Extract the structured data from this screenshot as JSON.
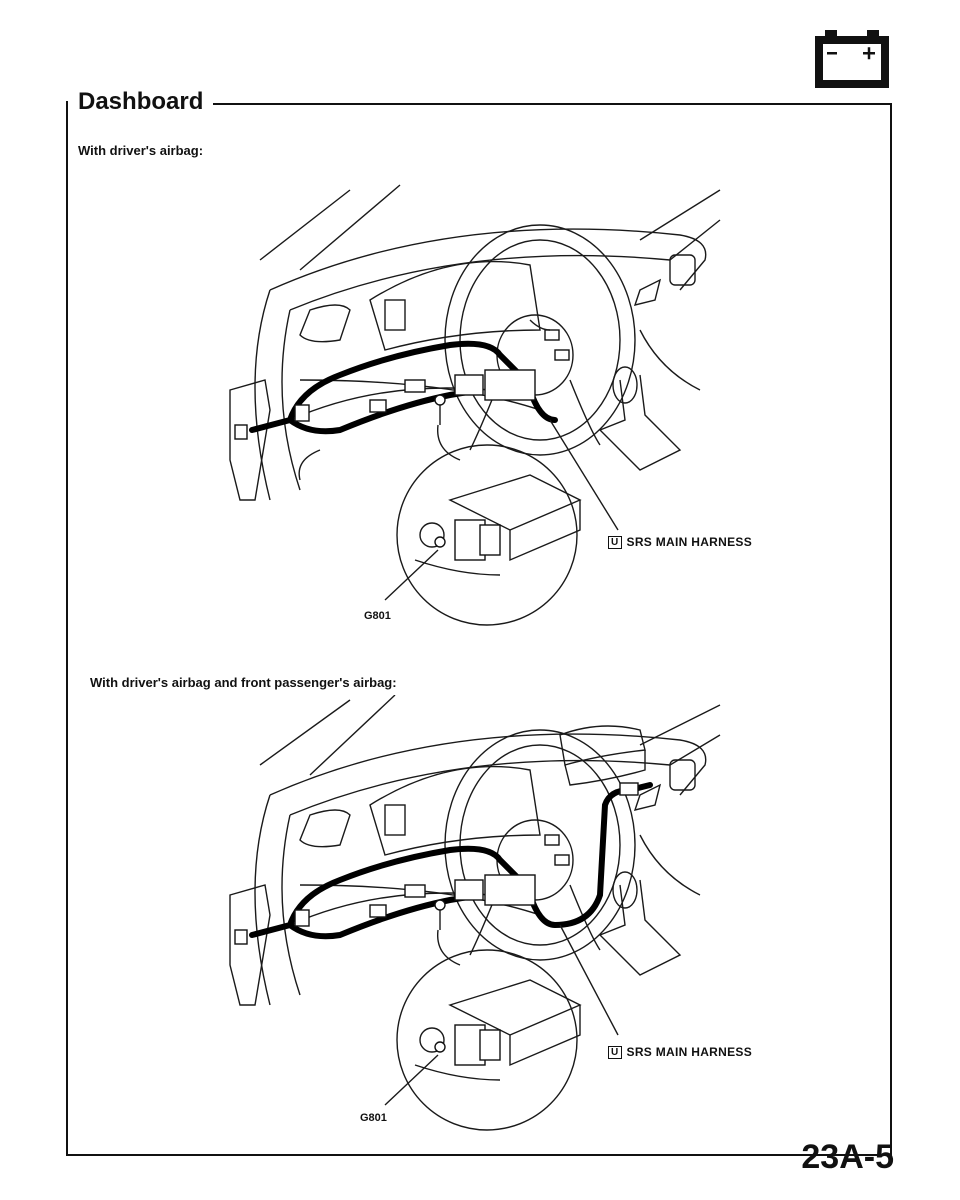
{
  "page": {
    "section_title": "Dashboard",
    "battery_icon": "battery-icon",
    "page_number": "23A-5"
  },
  "figures": [
    {
      "label": "With driver's airbag:",
      "callout_box": "U",
      "callout_text": "SRS MAIN HARNESS",
      "ground": "G801"
    },
    {
      "label": "With driver's airbag and front passenger's airbag:",
      "callout_box": "U",
      "callout_text": "SRS MAIN HARNESS",
      "ground": "G801"
    }
  ]
}
